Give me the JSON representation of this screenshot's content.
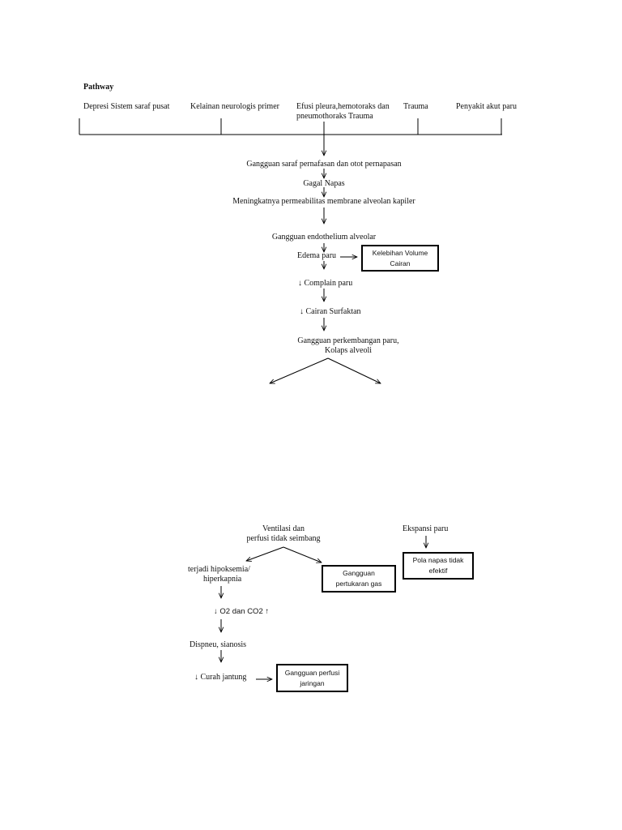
{
  "title": "Pathway",
  "causes": [
    "Depresi  Sistem saraf pusat",
    "Kelainan neurologis primer",
    "Efusi pleura,hemotoraks dan",
    "pneumothoraks  Trauma",
    "Trauma",
    "Penyakit  akut paru"
  ],
  "flow": {
    "saraf": "Gangguan saraf pernafasan dan otot pernapasan",
    "gagal": "Gagal Napas",
    "permeabilitas": "Meningkatnya permeabilitas membrane alveolan kapiler",
    "endothelium": "Gangguan endothelium  alveolar",
    "edema": "Edema paru",
    "complain": "Complain paru",
    "surfaktan": "Cairan Surfaktan",
    "kolaps_1": "Gangguan perkembangan paru,",
    "kolaps_2": "Kolaps alveoli"
  },
  "lower": {
    "ventilasi_1": "Ventilasi dan",
    "ventilasi_2": "perfusi tidak seimbang",
    "ekspansi": "Ekspansi paru",
    "hipoksemia_1": "terjadi hipoksemia/",
    "hipoksemia_2": "hiperkapnia",
    "o2co2": "O2 dan CO2",
    "dispneu": "Dispneu, sianosis",
    "curah": "Curah jantung"
  },
  "diagnoses": {
    "volume": [
      "Kelebihan Volume",
      "Cairan"
    ],
    "pertukaran": [
      "Gangguan",
      "pertukaran gas"
    ],
    "pola": [
      "Pola napas tidak",
      "efektif"
    ],
    "perfusi": [
      "Gangguan perfusi",
      "jaringan"
    ]
  },
  "symbols": {
    "down": "↓",
    "up": "↑"
  },
  "colors": {
    "line": "#000000",
    "text": "#111111"
  }
}
